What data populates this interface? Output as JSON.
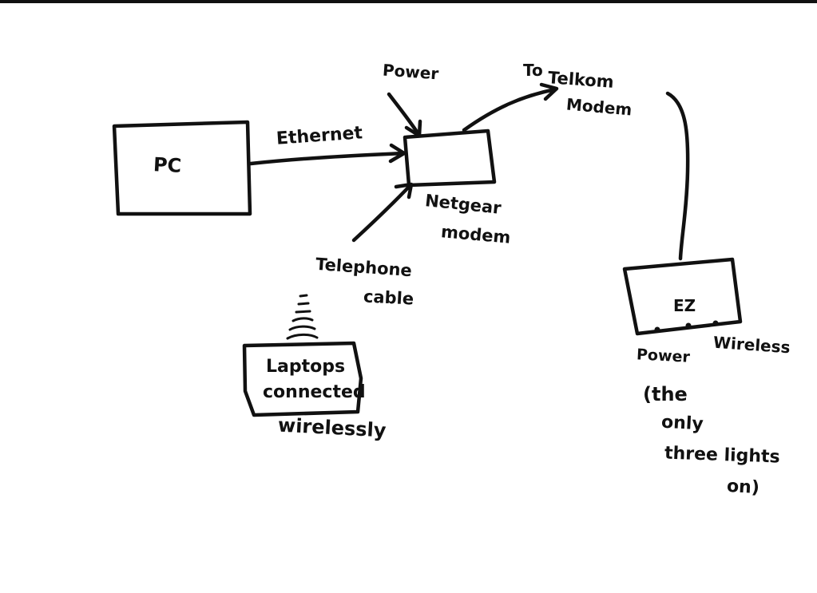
{
  "nodes": {
    "pc": "PC",
    "netgear_line1": "Netgear",
    "netgear_line2": "modem",
    "ez": "EZ",
    "laptops_line1": "Laptops",
    "laptops_line2": "connected",
    "laptops_line3": "wirelessly"
  },
  "edges": {
    "ethernet": "Ethernet",
    "power": "Power",
    "telephone_line1": "Telephone",
    "telephone_line2": "cable",
    "telkom_line1": "To",
    "telkom_line2": "Telkom",
    "telkom_line3": "Modem"
  },
  "ez_labels": {
    "power": "Power",
    "wireless": "Wireless",
    "note_line1": "(the",
    "note_line2": "only",
    "note_line3": "three lights",
    "note_line4": "on)"
  }
}
